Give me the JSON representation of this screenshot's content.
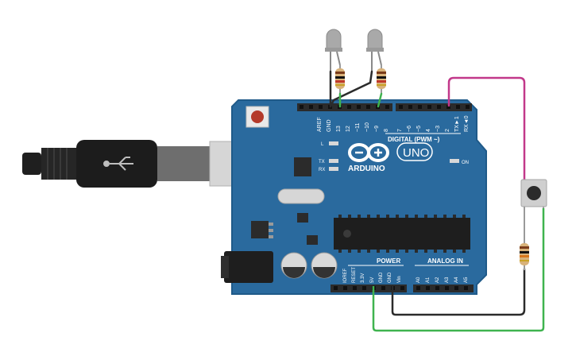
{
  "board": {
    "brand": "ARDUINO",
    "model": "UNO",
    "digital_label": "DIGITAL (PWM ~)",
    "power_label": "POWER",
    "analog_label": "ANALOG IN",
    "on_label": "ON",
    "led_l": "L",
    "led_tx": "TX",
    "led_rx": "RX",
    "digital_pins": [
      "AREF",
      "GND",
      "13",
      "12",
      "~11",
      "~10",
      "~9",
      "8",
      "7",
      "~6",
      "~5",
      "4",
      "~3",
      "2",
      "TX►1",
      "RX◄0"
    ],
    "power_pins": [
      "IOREF",
      "RESET",
      "3.3V",
      "5V",
      "GND",
      "GND",
      "Vin"
    ],
    "analog_pins": [
      "A0",
      "A1",
      "A2",
      "A3",
      "A4",
      "A5"
    ]
  },
  "components": {
    "usb_cable": "usb-b-cable",
    "leds": [
      "led-1",
      "led-2"
    ],
    "resistors": [
      "resistor-led-1",
      "resistor-led-2",
      "resistor-pulldown"
    ],
    "pushbutton": "pushbutton"
  },
  "colors": {
    "board": "#2a6a9e",
    "board_edge": "#1f5a89",
    "wire_magenta": "#c2388a",
    "wire_green": "#3fb34f",
    "wire_black": "#2b2b2b",
    "header": "#2b2b2b"
  }
}
